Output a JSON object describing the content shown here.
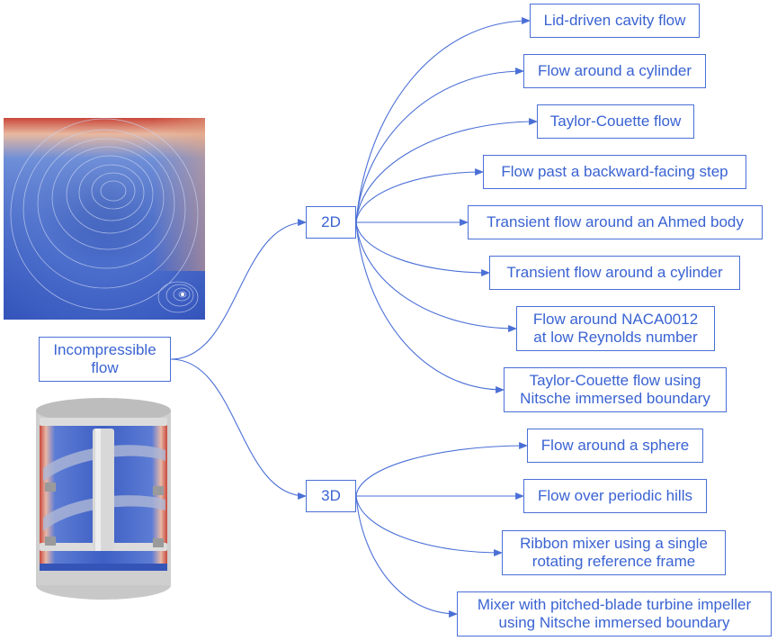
{
  "root": {
    "label": "Incompressible\nflow"
  },
  "branch_2d": {
    "label": "2D",
    "children": [
      "Lid-driven cavity flow",
      "Flow around a cylinder",
      "Taylor-Couette flow",
      "Flow past a backward-facing step",
      "Transient flow around an Ahmed body",
      "Transient flow around a cylinder",
      "Flow around NACA0012\nat low Reynolds number",
      "Taylor-Couette flow using\nNitsche immersed boundary"
    ]
  },
  "branch_3d": {
    "label": "3D",
    "children": [
      "Flow around a sphere",
      "Flow over periodic hills",
      "Ribbon mixer using a single\nrotating reference frame",
      "Mixer with pitched-blade turbine impeller\nusing Nitsche immersed boundary"
    ]
  },
  "colors": {
    "line": "#4a6fd6",
    "text": "#3a63d2",
    "cavity_base": "#2f4fb3",
    "heat": "#c9473a",
    "mixer_body": "#c8c8c8"
  }
}
